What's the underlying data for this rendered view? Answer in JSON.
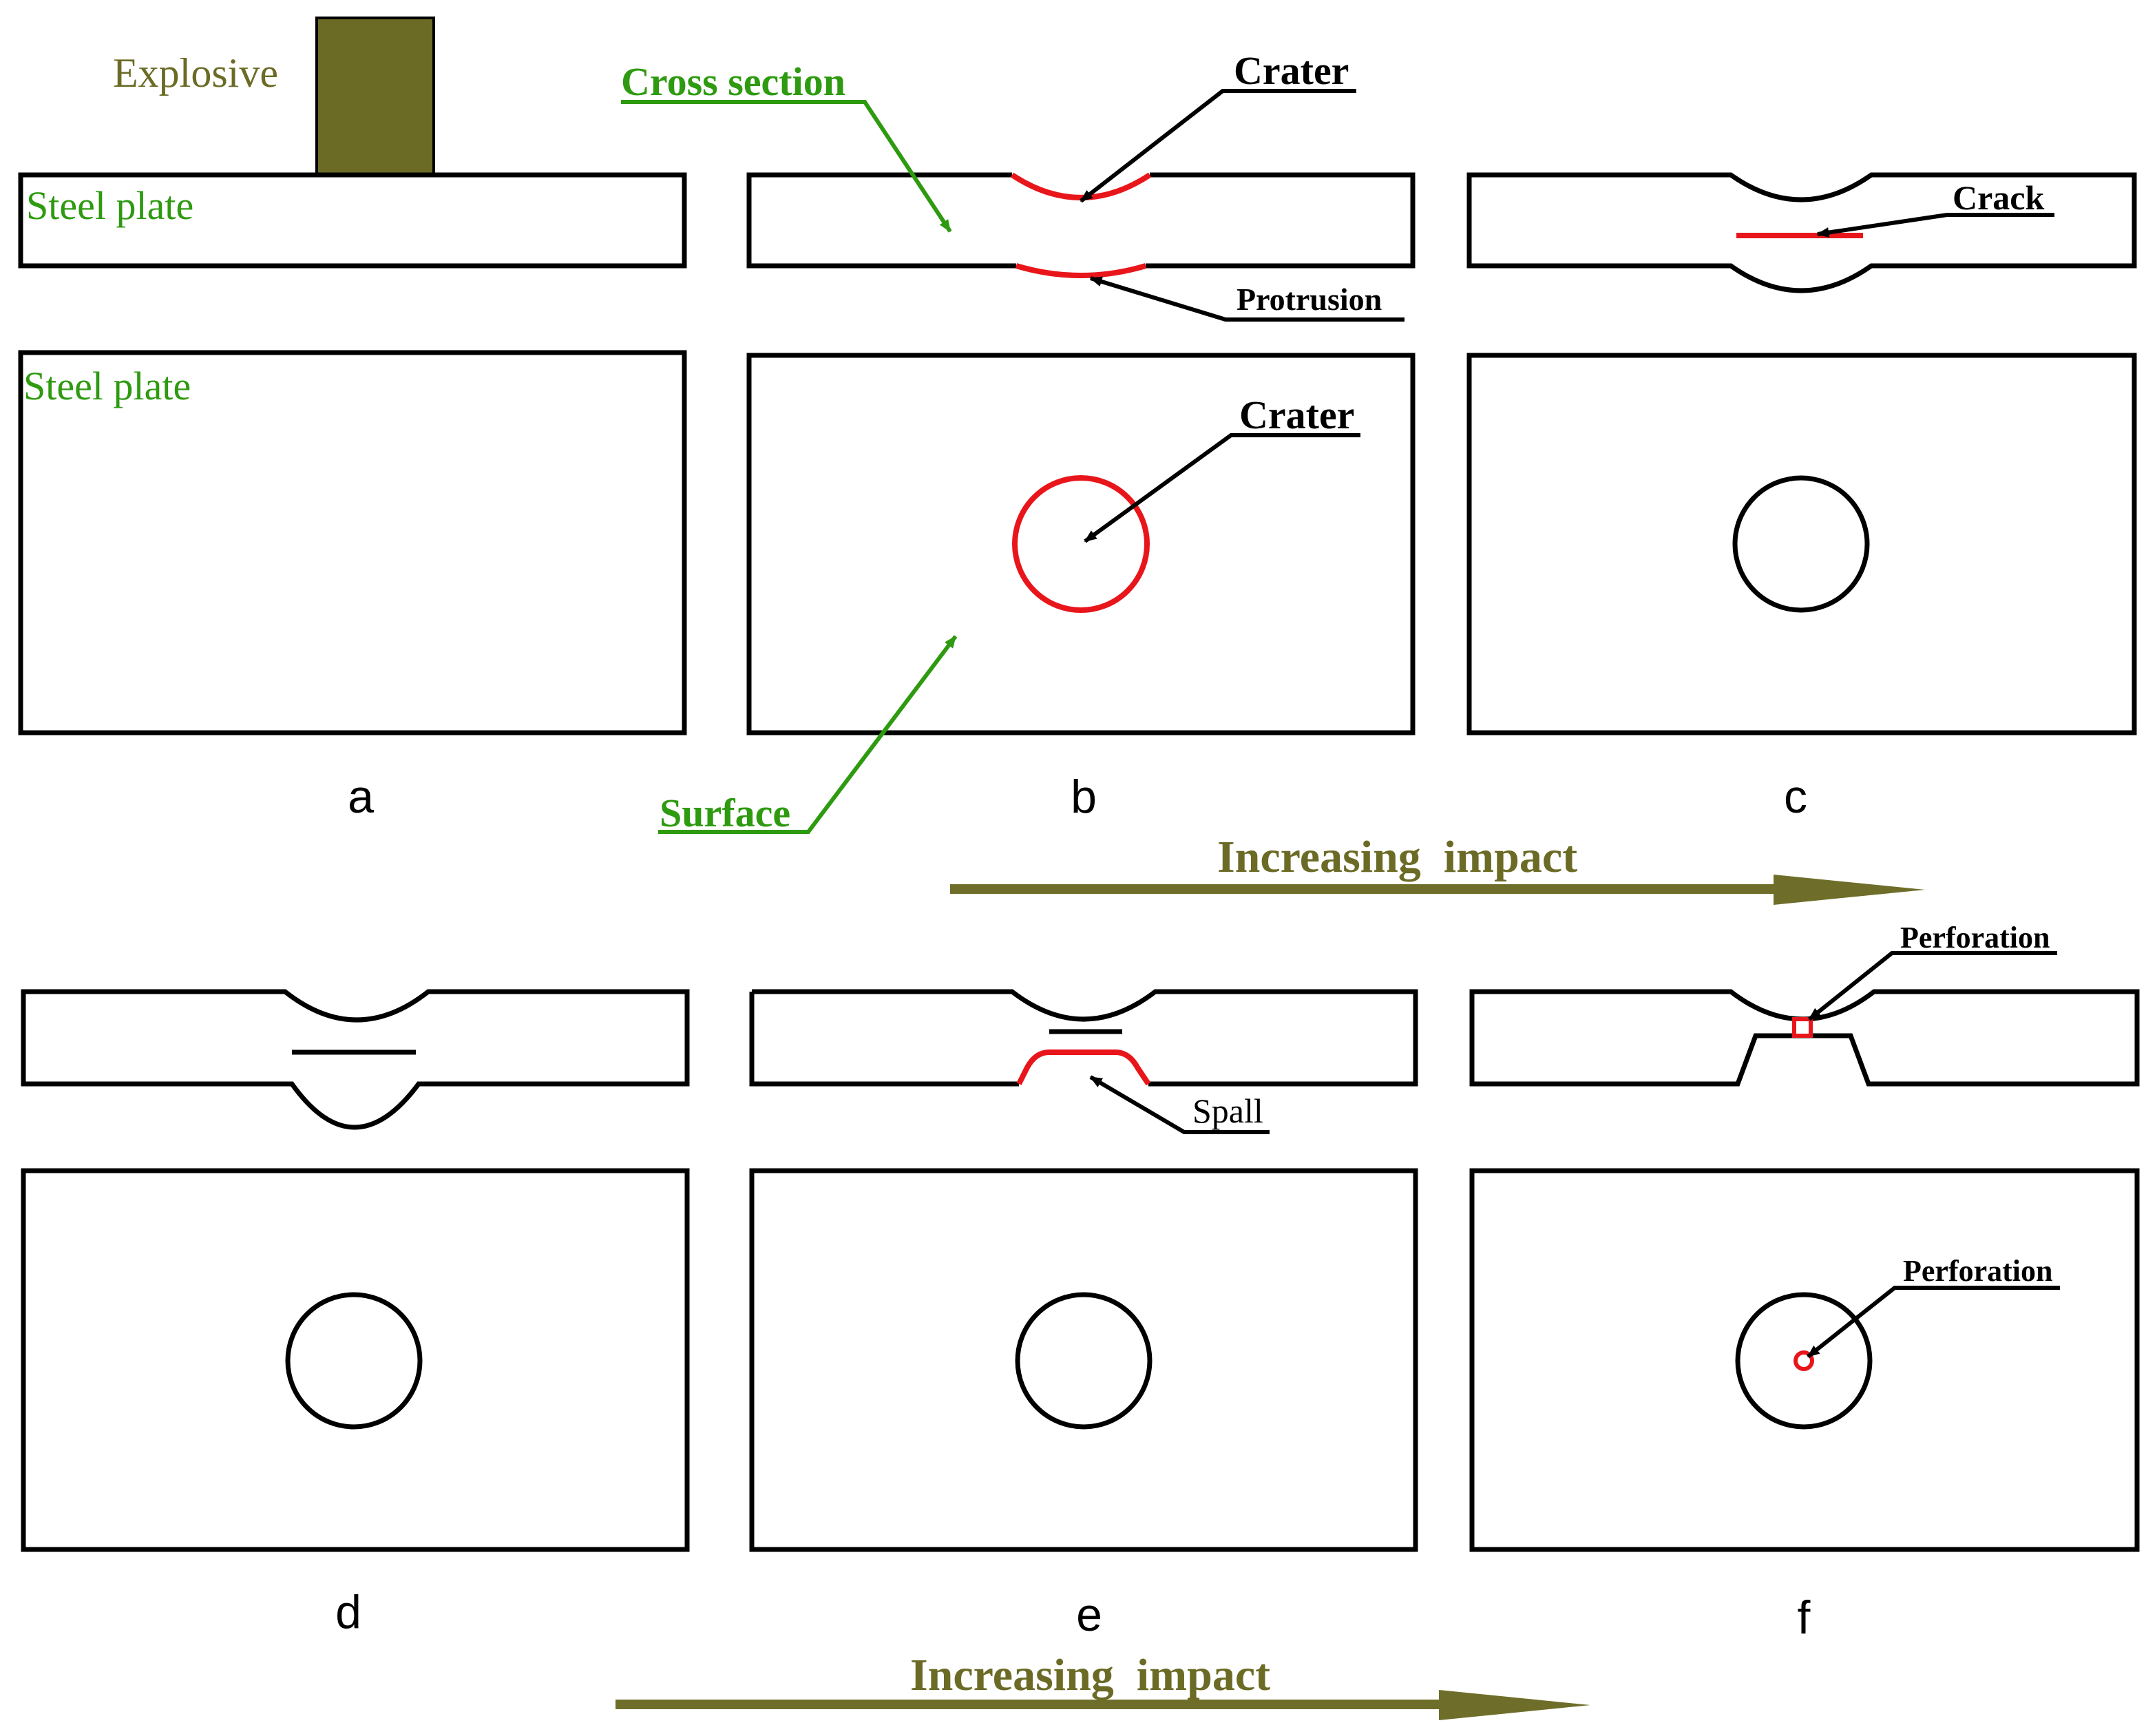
{
  "colors": {
    "olive": "#6b6b26",
    "olive_arrow": "#6e6e2a",
    "green_text": "#2e9a10",
    "red": "#e8161b",
    "black": "#000000"
  },
  "labels": {
    "explosive": "Explosive",
    "steel_plate_section": "Steel plate",
    "steel_plate_surface": "Steel plate",
    "cross_section": "Cross section",
    "surface": "Surface",
    "crater_section": "Crater",
    "crater_surface": "Crater",
    "protrusion": "Protrusion",
    "crack": "Crack",
    "spall": "Spall",
    "perforation_section": "Perforation",
    "perforation_surface": "Perforation",
    "increasing_impact_top": "Increasing  impact",
    "increasing_impact_bottom": "Increasing  impact"
  },
  "panels": [
    "a",
    "b",
    "c",
    "d",
    "e",
    "f"
  ]
}
